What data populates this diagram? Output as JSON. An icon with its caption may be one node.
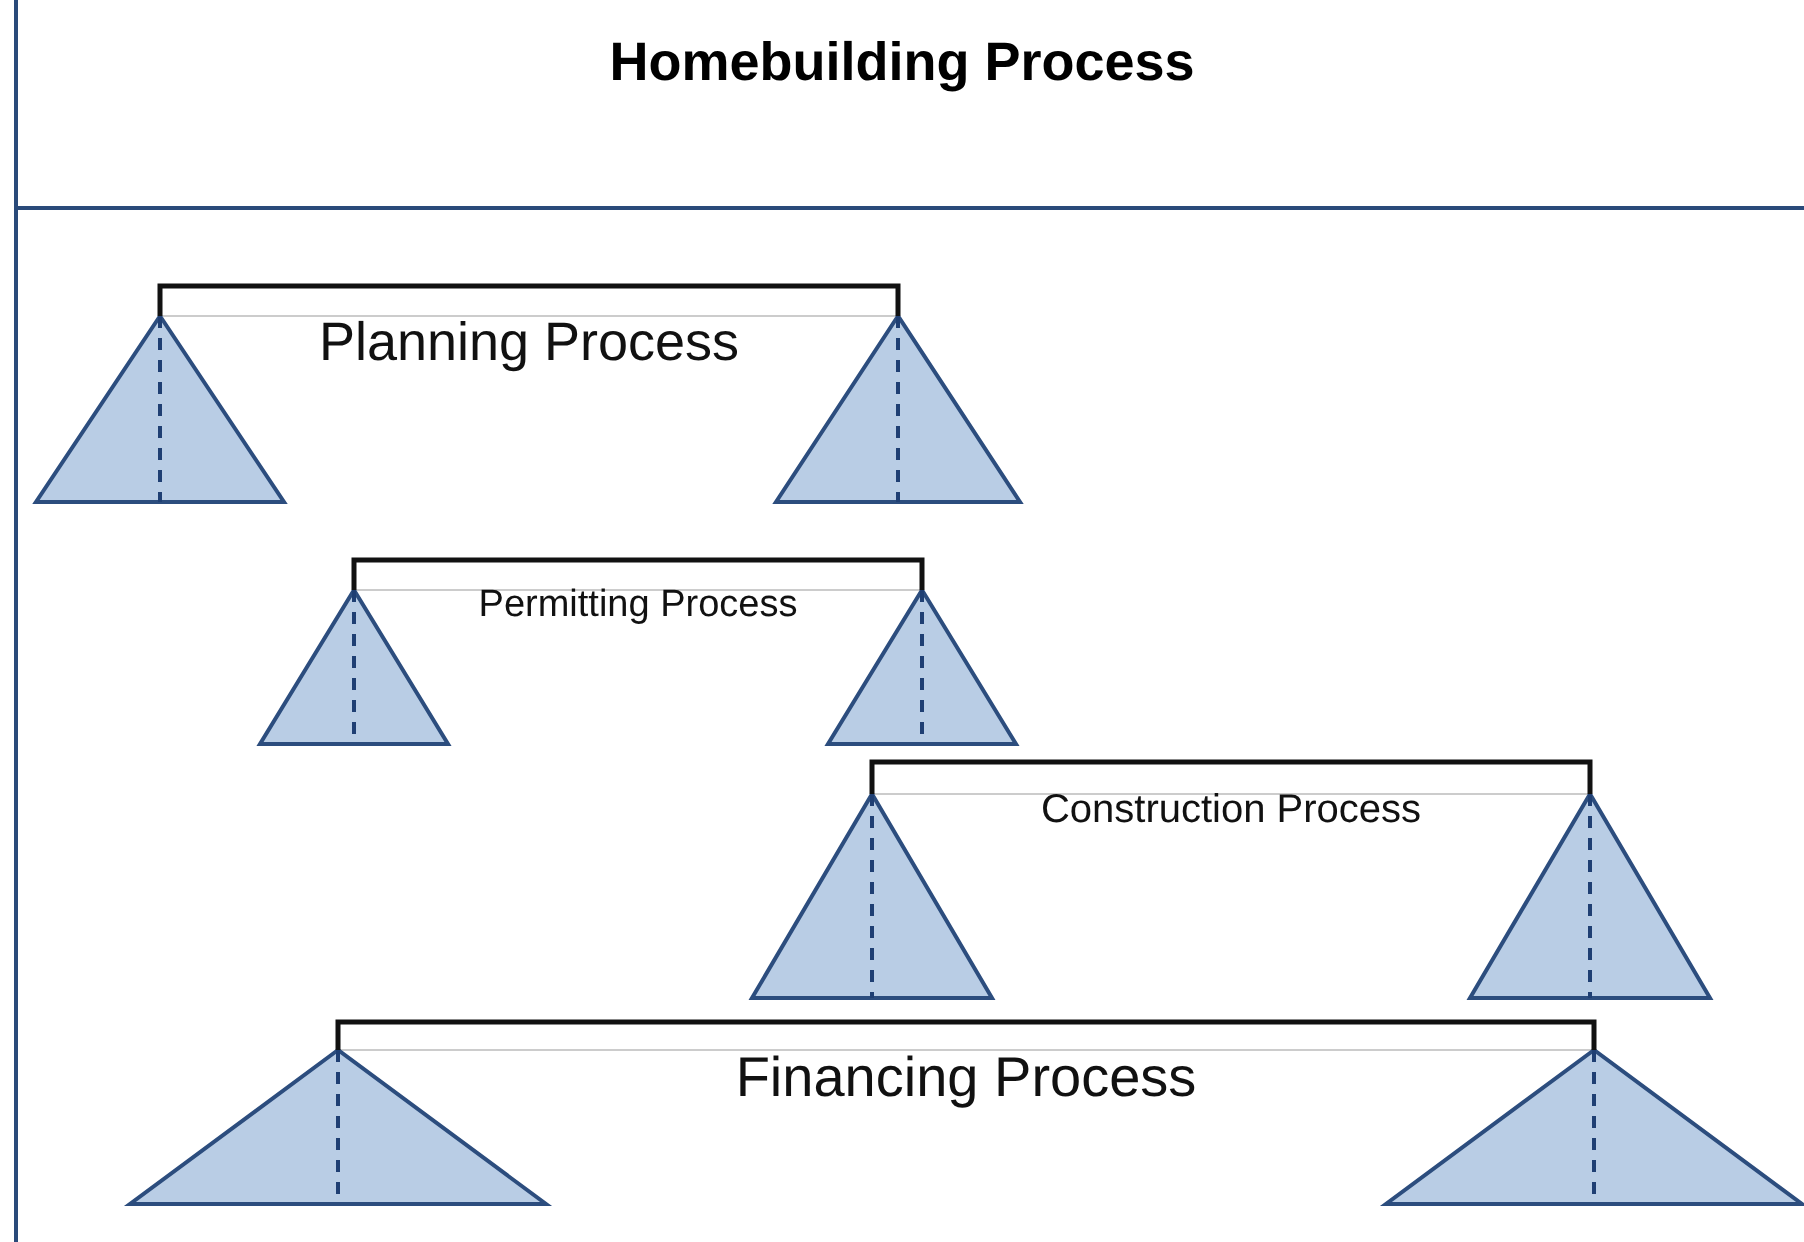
{
  "diagram": {
    "title": "Homebuilding Process",
    "nodes": [
      {
        "text": [
          "Planning Process"
        ]
      },
      {
        "text": [
          "Permitting Process"
        ]
      },
      {
        "text": [
          "Construction Process"
        ]
      },
      {
        "text": [
          "Financing Process"
        ]
      }
    ]
  }
}
